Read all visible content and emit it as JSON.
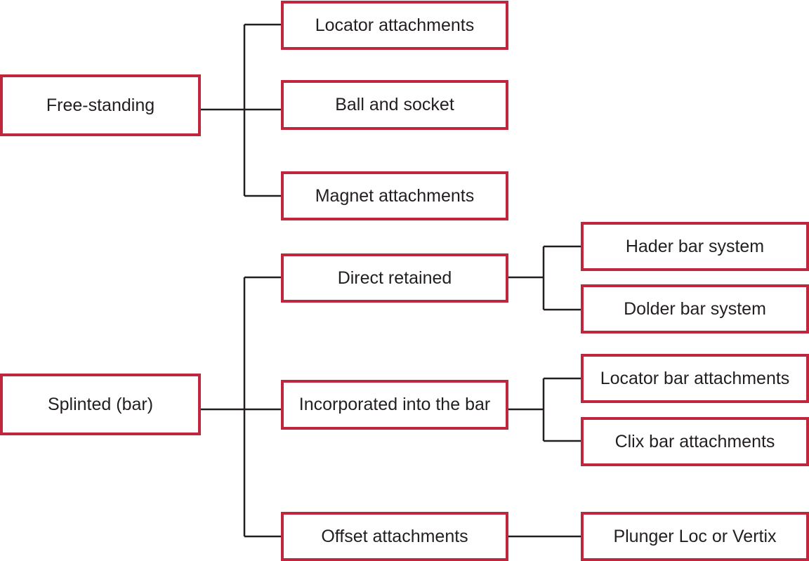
{
  "colors": {
    "box_border": "#c0273f",
    "connector": "#231f20",
    "text": "#231f20",
    "background": "#ffffff"
  },
  "nodes": {
    "free_standing": "Free-standing",
    "locator_attachments": "Locator attachments",
    "ball_and_socket": "Ball and socket",
    "magnet_attachments": "Magnet attachments",
    "splinted_bar": "Splinted (bar)",
    "direct_retained": "Direct retained",
    "hader_bar_system": "Hader bar system",
    "dolder_bar_system": "Dolder bar system",
    "incorporated_into_bar": "Incorporated into the bar",
    "locator_bar_attachments": "Locator bar attachments",
    "clix_bar_attachments": "Clix bar attachments",
    "offset_attachments": "Offset attachments",
    "plunger_loc_vertix": "Plunger Loc or Vertix"
  },
  "edges": [
    [
      "free_standing",
      "locator_attachments"
    ],
    [
      "free_standing",
      "ball_and_socket"
    ],
    [
      "free_standing",
      "magnet_attachments"
    ],
    [
      "splinted_bar",
      "direct_retained"
    ],
    [
      "splinted_bar",
      "incorporated_into_bar"
    ],
    [
      "splinted_bar",
      "offset_attachments"
    ],
    [
      "direct_retained",
      "hader_bar_system"
    ],
    [
      "direct_retained",
      "dolder_bar_system"
    ],
    [
      "incorporated_into_bar",
      "locator_bar_attachments"
    ],
    [
      "incorporated_into_bar",
      "clix_bar_attachments"
    ],
    [
      "offset_attachments",
      "plunger_loc_vertix"
    ]
  ]
}
